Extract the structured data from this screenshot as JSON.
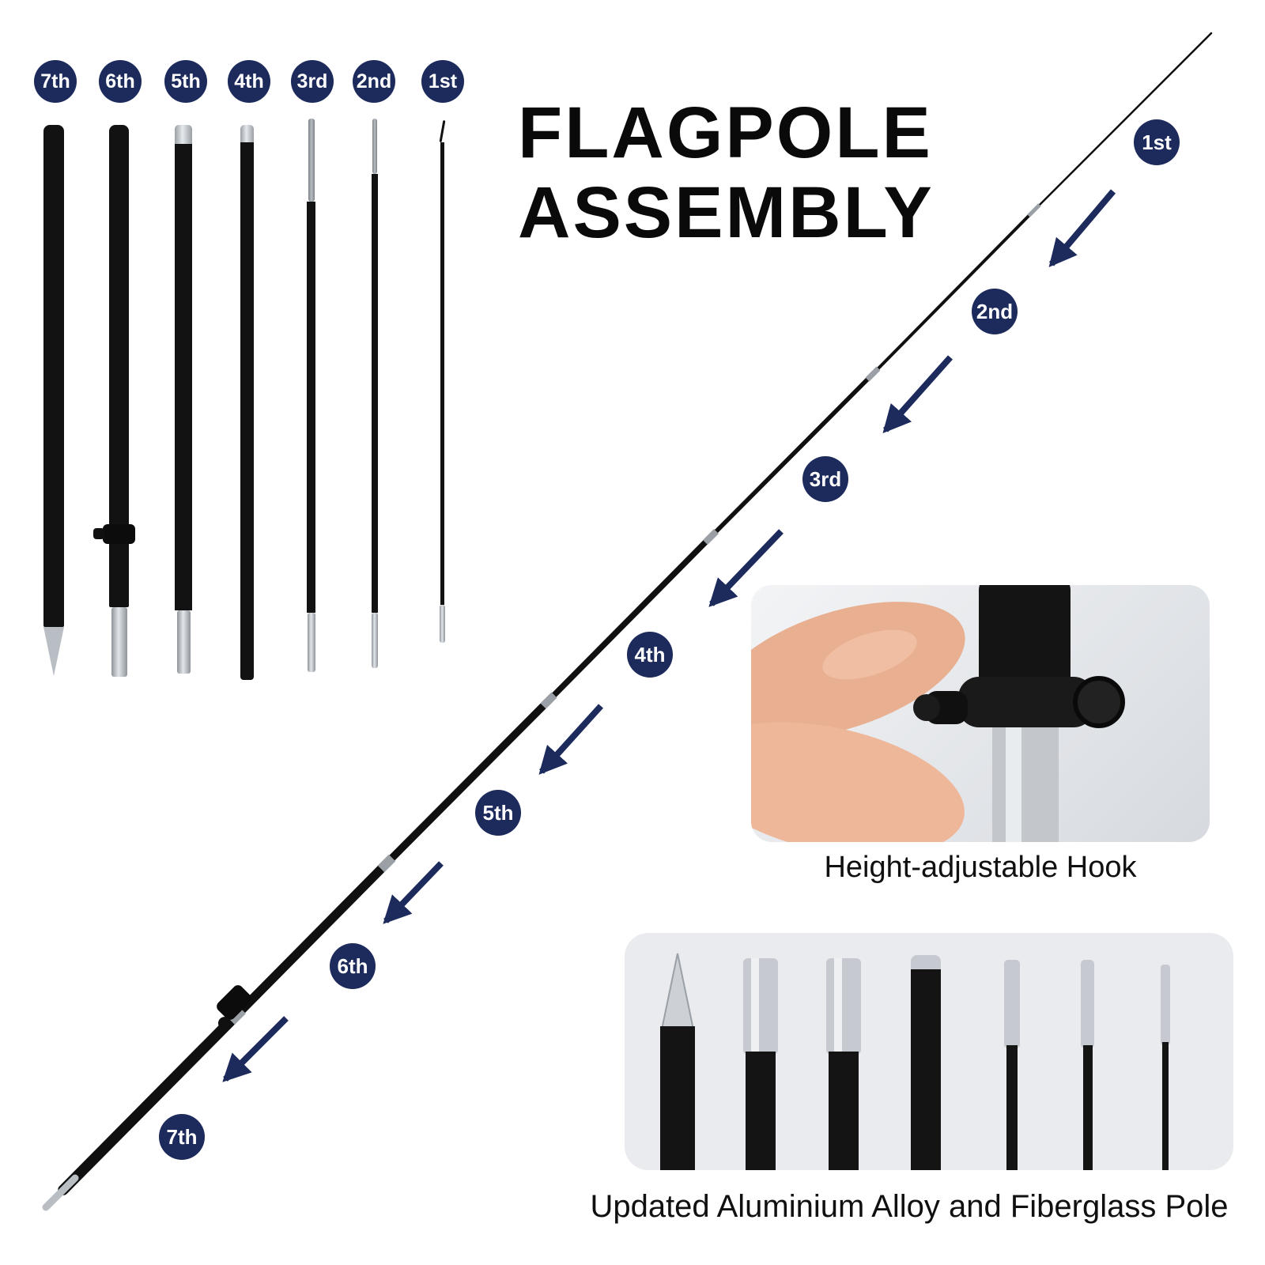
{
  "title": {
    "line1": "FLAGPOLE",
    "line2": "ASSEMBLY"
  },
  "colors": {
    "badge_navy": "#1c2a5c",
    "arrow_navy": "#1c2a5c",
    "pole_black": "#121212",
    "metal_silver": "#c3c7cc",
    "inset_background": "#e9ebee"
  },
  "disassembled_labels": [
    "7th",
    "6th",
    "5th",
    "4th",
    "3rd",
    "2nd",
    "1st"
  ],
  "assembly_steps": [
    "1st",
    "2nd",
    "3rd",
    "4th",
    "5th",
    "6th",
    "7th"
  ],
  "insets": {
    "hook_caption": "Height-adjustable Hook",
    "pole_caption": "Updated Aluminium Alloy and Fiberglass Pole"
  }
}
